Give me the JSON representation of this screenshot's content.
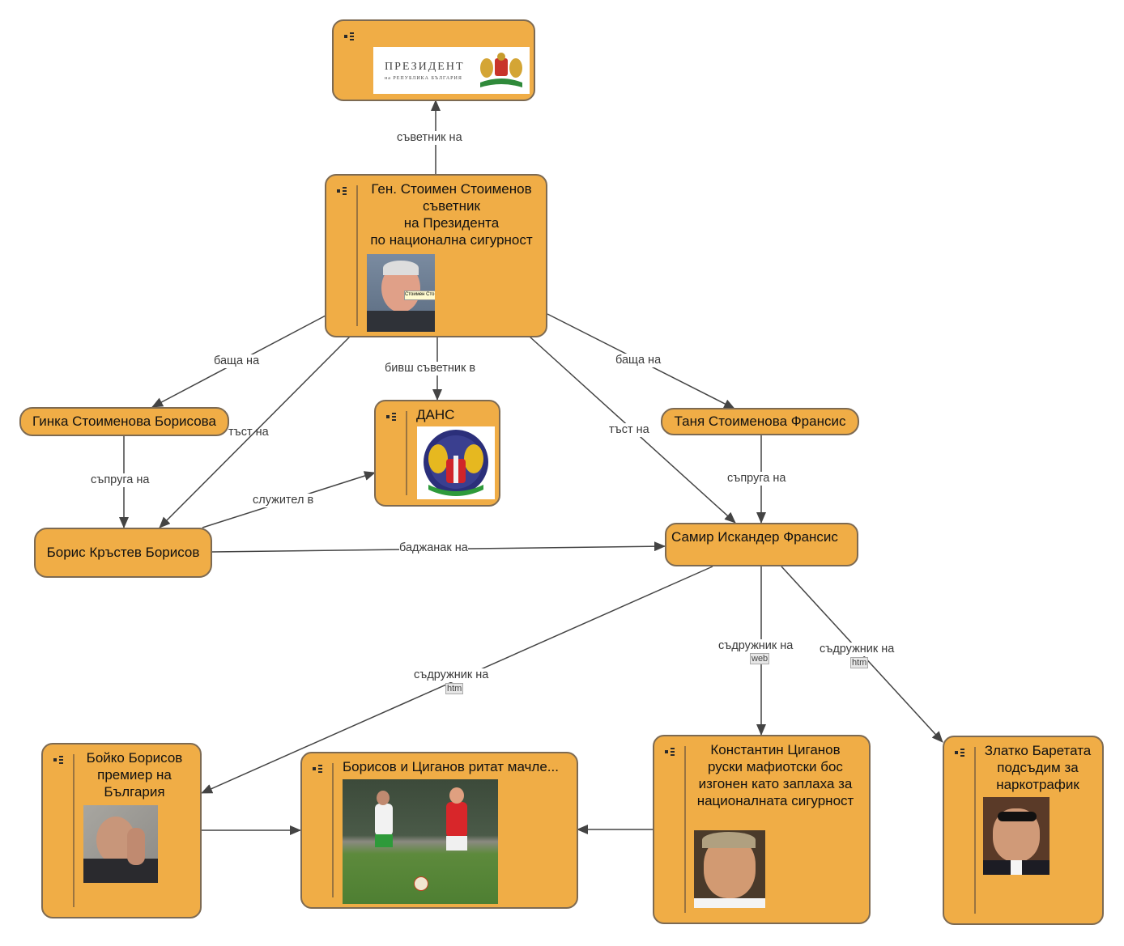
{
  "diagram": {
    "nodes": {
      "president": {
        "image_title": "ПРЕЗИДЕНТ",
        "image_subtitle": "на РЕПУБЛИКА БЪЛГАРИЯ",
        "image_desc": "coat-of-arms-bulgaria"
      },
      "stoimenov": {
        "lines": [
          "Ген. Стоимен Стоименов",
          "съветник",
          "на Президента",
          "по национална сигурност"
        ],
        "photo_tooltip": "Стоимен Сто"
      },
      "ginka": {
        "label": "Гинка Стоименова Борисова"
      },
      "dans": {
        "label": "ДАНС",
        "image_desc": "dans-emblem"
      },
      "tanya": {
        "label": "Таня Стоименова Франсис"
      },
      "boris": {
        "label": "Борис Кръстев Борисов"
      },
      "samir": {
        "label": "Самир Искандер Франсис"
      },
      "boyko": {
        "lines": [
          "Бойко Борисов",
          "премиер на",
          "България"
        ]
      },
      "football": {
        "label": "Борисов и Циганов ритат мачле..."
      },
      "tsiganov": {
        "lines": [
          "Константин Циганов",
          "руски мафиотски бос",
          "изгонен като заплаха за",
          "националната сигурност"
        ]
      },
      "zlatko": {
        "lines": [
          "Златко Баретата",
          "подсъдим за",
          "наркотрафик"
        ]
      }
    },
    "edges": [
      {
        "id": "e1",
        "from": "stoimenov",
        "to": "president",
        "label": "съветник на"
      },
      {
        "id": "e2",
        "from": "stoimenov",
        "to": "ginka",
        "label": "баща на"
      },
      {
        "id": "e3",
        "from": "stoimenov",
        "to": "boris",
        "label": "тъст на"
      },
      {
        "id": "e4",
        "from": "stoimenov",
        "to": "dans",
        "label": "бивш съветник в"
      },
      {
        "id": "e5",
        "from": "stoimenov",
        "to": "samir",
        "label": "тъст на"
      },
      {
        "id": "e6",
        "from": "stoimenov",
        "to": "tanya",
        "label": "баща на"
      },
      {
        "id": "e7",
        "from": "ginka",
        "to": "boris",
        "label": "съпруга на"
      },
      {
        "id": "e8",
        "from": "boris",
        "to": "dans",
        "label": "служител в"
      },
      {
        "id": "e9",
        "from": "tanya",
        "to": "samir",
        "label": "съпруга на"
      },
      {
        "id": "e10",
        "from": "boris",
        "to": "samir",
        "label": "баджанак на"
      },
      {
        "id": "e11",
        "from": "samir",
        "to": "boyko",
        "label": "съдружник на",
        "tag": "htm"
      },
      {
        "id": "e12",
        "from": "samir",
        "to": "tsiganov",
        "label": "съдружник на",
        "tag": "web"
      },
      {
        "id": "e13",
        "from": "samir",
        "to": "zlatko",
        "label": "съдружник на",
        "tag": "htm"
      },
      {
        "id": "e14",
        "from": "boyko",
        "to": "football",
        "label": ""
      },
      {
        "id": "e15",
        "from": "tsiganov",
        "to": "football",
        "label": ""
      }
    ],
    "colors": {
      "node_fill": "#f0ad46",
      "node_border": "#7d6a52",
      "edge": "#444444"
    }
  }
}
